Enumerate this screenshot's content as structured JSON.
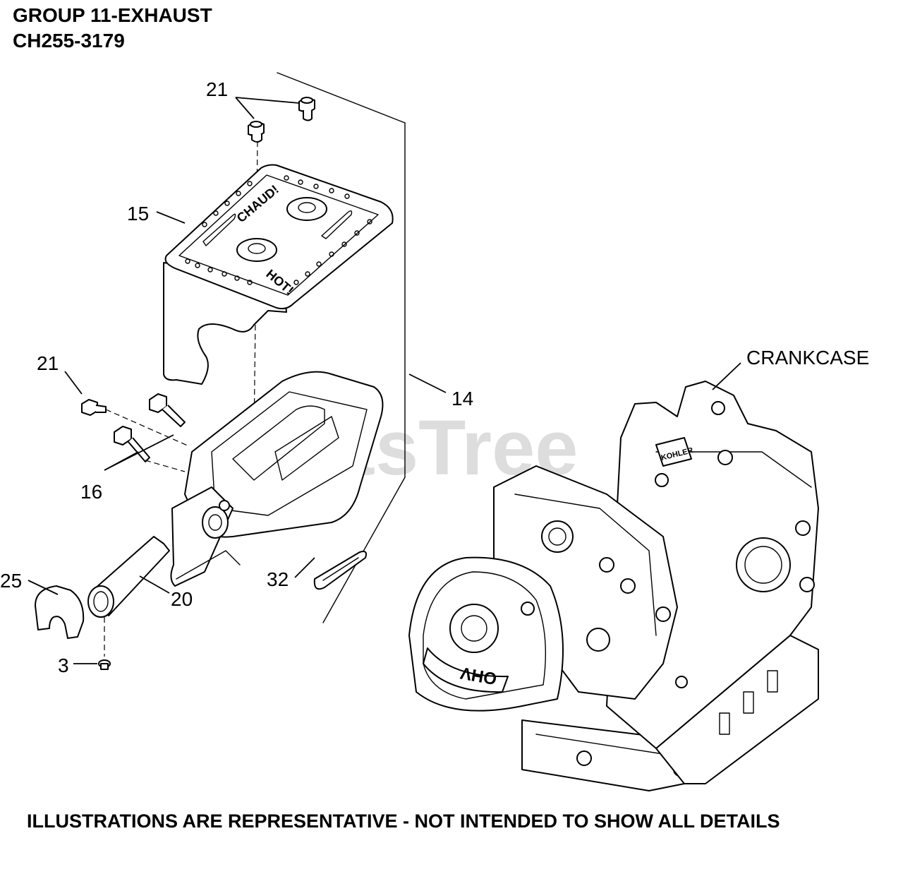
{
  "title": {
    "line1": "GROUP 11-EXHAUST",
    "line2": "CH255-3179"
  },
  "footer": "ILLUSTRATIONS ARE REPRESENTATIVE - NOT INTENDED TO SHOW ALL DETAILS",
  "watermark": {
    "text": "PartsTree",
    "mark": "™"
  },
  "callouts": {
    "c21_top": "21",
    "c15": "15",
    "c21_left": "21",
    "c14": "14",
    "c16": "16",
    "c25": "25",
    "c20": "20",
    "c32": "32",
    "c3": "3",
    "crankcase": "CRANKCASE"
  },
  "embossed_text": {
    "chaud": "CHAUD!",
    "hot": "HOT!",
    "ohv": "OHV",
    "kohler": "KOHLER"
  }
}
